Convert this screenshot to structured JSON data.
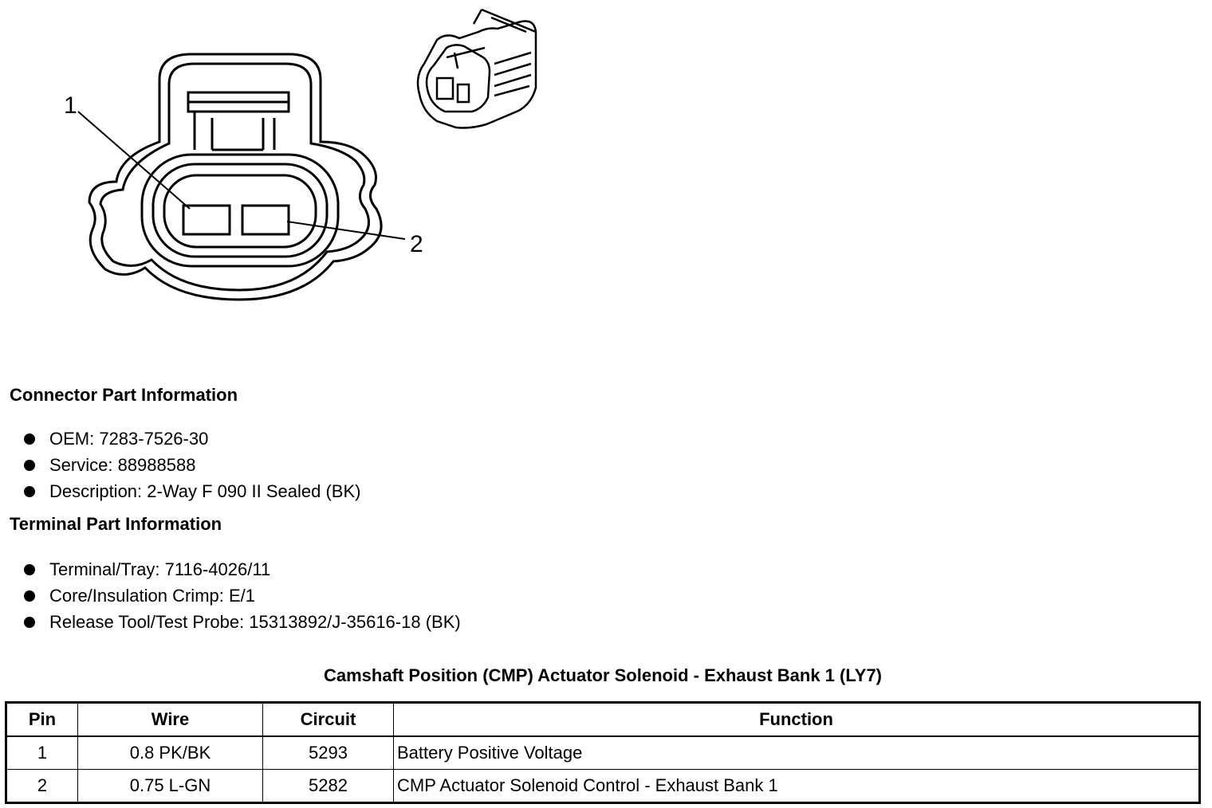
{
  "diagram": {
    "callout_1": "1",
    "callout_2": "2"
  },
  "connector": {
    "heading": "Connector Part Information",
    "items": [
      "OEM: 7283-7526-30",
      "Service: 88988588",
      "Description: 2-Way F 090 II Sealed (BK)"
    ]
  },
  "terminal": {
    "heading": "Terminal Part Information",
    "items": [
      "Terminal/Tray: 7116-4026/11",
      "Core/Insulation Crimp: E/1",
      "Release Tool/Test Probe: 15313892/J-35616-18 (BK)"
    ]
  },
  "table": {
    "title": "Camshaft Position (CMP) Actuator Solenoid - Exhaust Bank 1 (LY7)",
    "headers": [
      "Pin",
      "Wire",
      "Circuit",
      "Function"
    ],
    "rows": [
      [
        "1",
        "0.8 PK/BK",
        "5293",
        "Battery Positive Voltage"
      ],
      [
        "2",
        "0.75 L-GN",
        "5282",
        "CMP Actuator Solenoid Control - Exhaust Bank 1"
      ]
    ]
  }
}
